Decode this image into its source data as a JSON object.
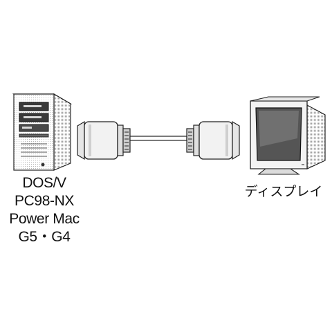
{
  "computer": {
    "labels": [
      "DOS/V",
      "PC98-NX",
      "Power Mac",
      "G5・G4"
    ],
    "icon": "tower-pc-icon"
  },
  "cable": {
    "icon": "vga-cable-icon"
  },
  "display": {
    "label": "ディスプレイ",
    "icon": "crt-monitor-icon"
  }
}
